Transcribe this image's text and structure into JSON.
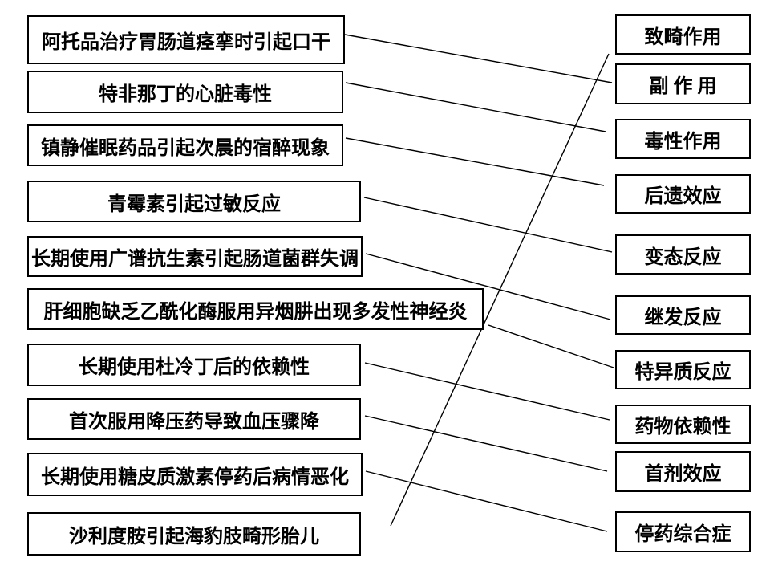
{
  "slide": {
    "background_color": "#ffffff",
    "box_border_color": "#000000",
    "text_color": "#000000",
    "line_color": "#000000"
  },
  "left_items": [
    {
      "label": "阿托品治疗胃肠道痉挛时引起口干"
    },
    {
      "label": "特非那丁的心脏毒性"
    },
    {
      "label": "镇静催眠药品引起次晨的宿醉现象"
    },
    {
      "label": "青霉素引起过敏反应"
    },
    {
      "label": "长期使用广谱抗生素引起肠道菌群失调"
    },
    {
      "label": "肝细胞缺乏乙酰化酶服用异烟肼出现多发性神经炎"
    },
    {
      "label": "长期使用杜冷丁后的依赖性"
    },
    {
      "label": "首次服用降压药导致血压骤降"
    },
    {
      "label": "长期使用糖皮质激素停药后病情恶化"
    },
    {
      "label": "沙利度胺引起海豹肢畸形胎儿"
    }
  ],
  "right_items": [
    {
      "label": "致畸作用"
    },
    {
      "label": "副 作 用"
    },
    {
      "label": "毒性作用"
    },
    {
      "label": "后遗效应"
    },
    {
      "label": "变态反应"
    },
    {
      "label": "继发反应"
    },
    {
      "label": "特异质反应"
    },
    {
      "label": "药物依赖性"
    },
    {
      "label": "首剂效应"
    },
    {
      "label": "停药综合症"
    }
  ],
  "connections": [
    {
      "left_index": 0,
      "right_index": 1
    },
    {
      "left_index": 1,
      "right_index": 2
    },
    {
      "left_index": 2,
      "right_index": 3
    },
    {
      "left_index": 3,
      "right_index": 4
    },
    {
      "left_index": 4,
      "right_index": 5
    },
    {
      "left_index": 5,
      "right_index": 6
    },
    {
      "left_index": 6,
      "right_index": 7
    },
    {
      "left_index": 7,
      "right_index": 8
    },
    {
      "left_index": 8,
      "right_index": 9
    },
    {
      "left_index": 9,
      "right_index": 0
    }
  ]
}
